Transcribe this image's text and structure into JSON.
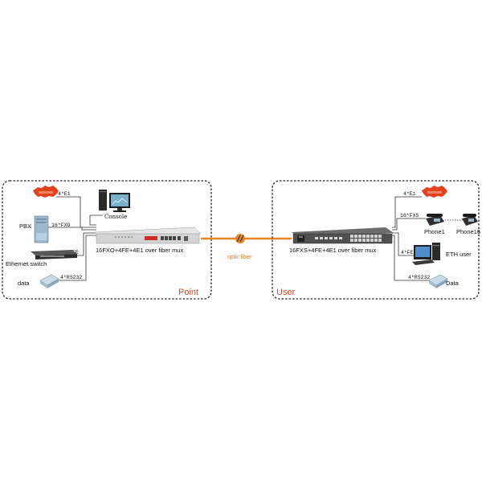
{
  "point": {
    "area_label": "Point",
    "device_label": "16FXO+4FE+4E1 over fiber mux",
    "left_devices": {
      "pbx": "PBX",
      "ethernet_switch": "Ethernet switch",
      "data": "data"
    },
    "console_label": "Console",
    "links": {
      "e1": "4*E1",
      "fxo": "16*FXO",
      "fe": "4*FE",
      "rs232": "4*RS232"
    }
  },
  "fiber": {
    "label": "optic fiber"
  },
  "user": {
    "area_label": "User",
    "device_label": "16FXS+4FE+4E1 over fiber mux",
    "links": {
      "e1": "4*E1",
      "fxs": "16*FXS",
      "fe": "4*FE",
      "rs232": "4*RS232"
    },
    "phones": {
      "phone1": "Phone1",
      "phone16": "Phone16"
    },
    "eth_user": "ETH user",
    "data": "Data"
  },
  "colors": {
    "fiber": "#e8861f",
    "area_label": "#c8502a",
    "e1_badge": "#e3421e"
  }
}
